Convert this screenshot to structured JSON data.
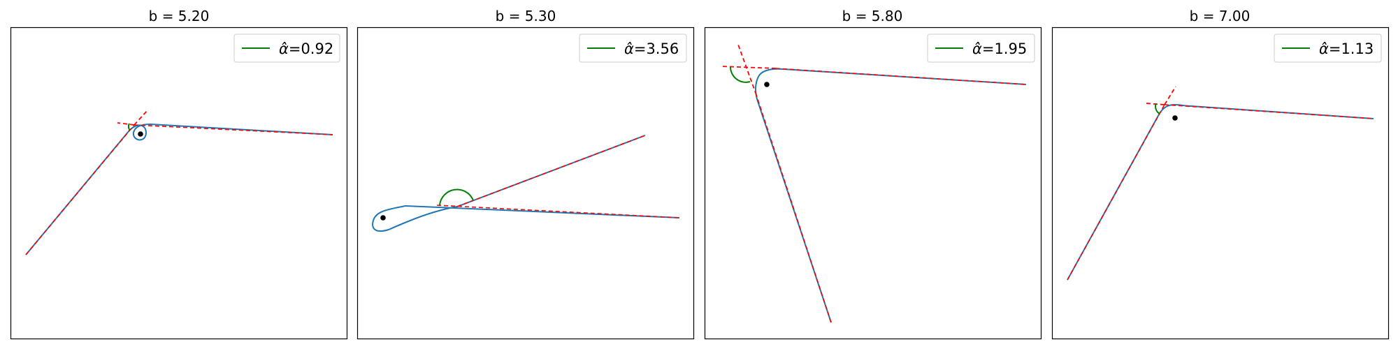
{
  "chart_data": [
    {
      "type": "line",
      "title": "b = 5.20",
      "legend": {
        "symbol": "α̂",
        "label": "=0.92",
        "position": "top-right"
      },
      "colors": {
        "trajectory": "#1f77b4",
        "fit": "#ff0000",
        "angle": "#008000",
        "point": "#000000"
      },
      "grid": false,
      "axes_ticks": false
    },
    {
      "type": "line",
      "title": "b = 5.30",
      "legend": {
        "symbol": "α̂",
        "label": "=3.56",
        "position": "top-right"
      },
      "colors": {
        "trajectory": "#1f77b4",
        "fit": "#ff0000",
        "angle": "#008000",
        "point": "#000000"
      },
      "grid": false,
      "axes_ticks": false
    },
    {
      "type": "line",
      "title": "b = 5.80",
      "legend": {
        "symbol": "α̂",
        "label": "=1.95",
        "position": "top-right"
      },
      "colors": {
        "trajectory": "#1f77b4",
        "fit": "#ff0000",
        "angle": "#008000",
        "point": "#000000"
      },
      "grid": false,
      "axes_ticks": false
    },
    {
      "type": "line",
      "title": "b = 7.00",
      "legend": {
        "symbol": "α̂",
        "label": "=1.13",
        "position": "top-right"
      },
      "colors": {
        "trajectory": "#1f77b4",
        "fit": "#ff0000",
        "angle": "#008000",
        "point": "#000000"
      },
      "grid": false,
      "axes_ticks": false
    }
  ]
}
